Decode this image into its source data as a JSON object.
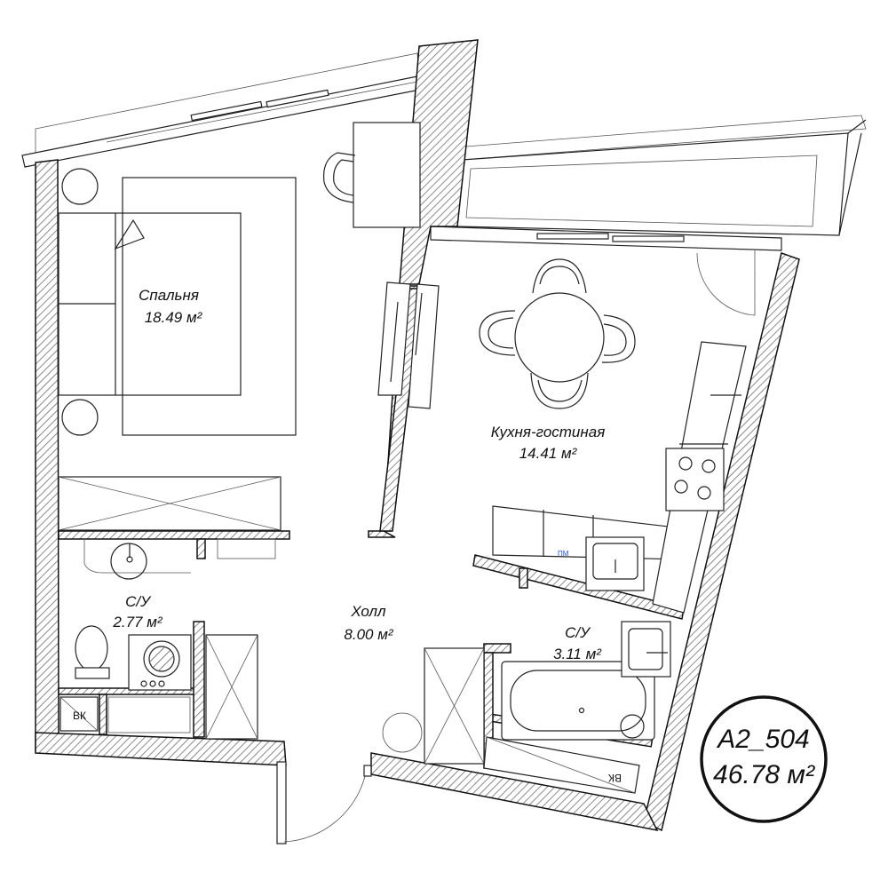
{
  "rooms": {
    "bedroom": {
      "name": "Спальня",
      "area": "18.49 м²"
    },
    "kitchen": {
      "name": "Кухня-гостиная",
      "area": "14.41 м²"
    },
    "hall": {
      "name": "Холл",
      "area": "8.00 м²"
    },
    "bath_left": {
      "name": "С/У",
      "area": "2.77 м²"
    },
    "bath_right": {
      "name": "С/У",
      "area": "3.11 м²"
    }
  },
  "labels": {
    "vk_left": "ВК",
    "vk_right": "ВК",
    "pm": "ПМ"
  },
  "apartment": {
    "code": "A2_504",
    "total_area": "46.78 м²"
  },
  "colors": {
    "wall_hatch": "#6e6e6e",
    "line": "#222222",
    "pm_label": "#1a4fd1"
  }
}
